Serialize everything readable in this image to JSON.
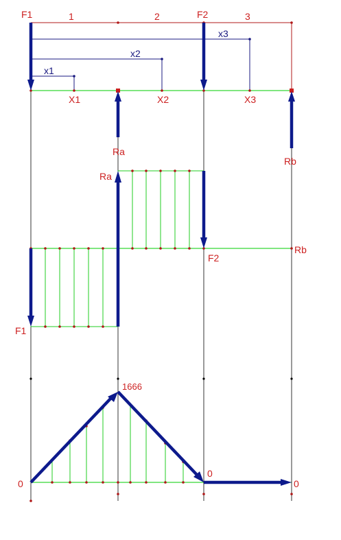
{
  "colors": {
    "frame": "#b01818",
    "axis": "#00cc00",
    "hatch": "#22cc22",
    "arrow": "#0d1a8c",
    "dim": "#1a1a80",
    "vertical": "#000000",
    "label": "#cc1f1f"
  },
  "labels": {
    "load_f1": "F1",
    "load_f2": "F2",
    "span_1": "1",
    "span_2": "2",
    "span_3": "3",
    "dim_x1": "x1",
    "dim_x2": "x2",
    "dim_x3": "x3",
    "point_x1": "X1",
    "point_x2": "X2",
    "point_x3": "X3",
    "reaction_a": "Ra",
    "reaction_b": "Rb",
    "shear_ra": "Ra",
    "shear_f2": "F2",
    "shear_rb": "Rb",
    "shear_f1": "F1",
    "moment_peak": "1666",
    "moment_zero_left": "0",
    "moment_zero_mid": "0",
    "moment_zero_right": "0"
  }
}
